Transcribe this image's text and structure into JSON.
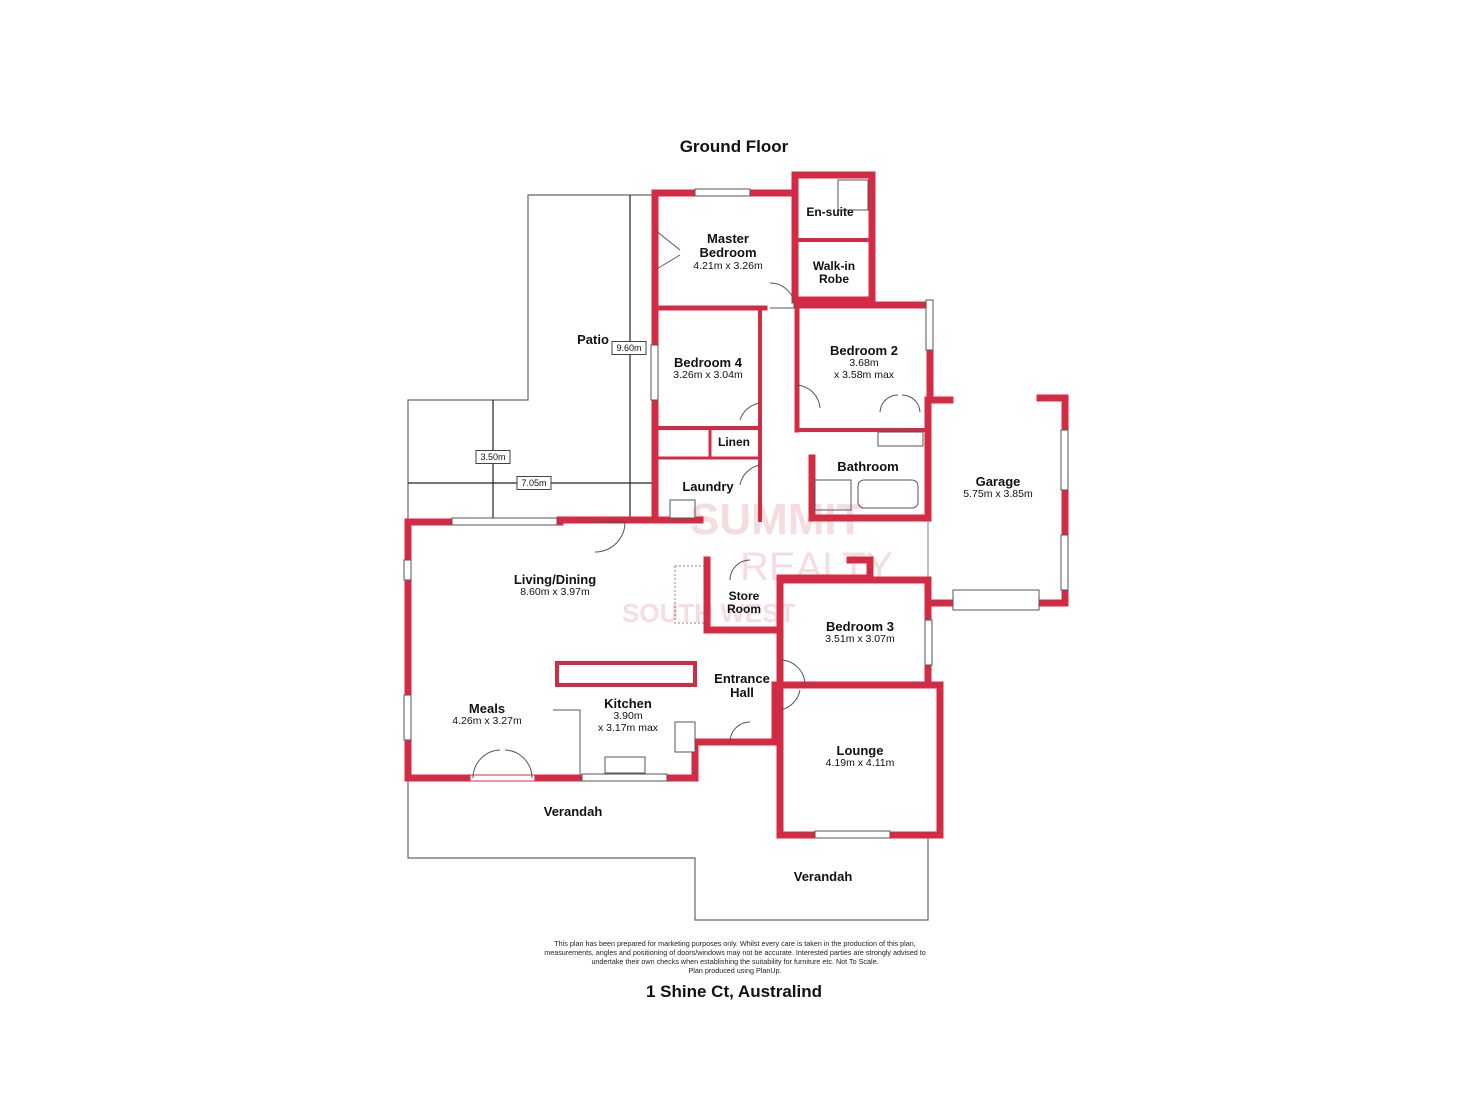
{
  "title": "Ground Floor",
  "address": "1 Shine Ct, Australind",
  "disclaimer": [
    "This plan has been prepared for marketing purposes only. Whilst every care is taken in the production of this plan,",
    "measurements, angles and positioning of doors/windows may not be accurate. Interested parties are strongly advised to",
    "undertake their own checks when establishing the suitability for furniture etc. Not To Scale.",
    "Plan produced using PlanUp."
  ],
  "watermark": {
    "line1": "SUMMIT",
    "line2": "REALTY",
    "line3": "SOUTH WEST"
  },
  "colors": {
    "wall": "#d42b44",
    "line": "#555555",
    "watermark": "#e8a7ae"
  },
  "rooms": {
    "master_bedroom": {
      "name": "Master Bedroom",
      "dims": "4.21m x 3.26m"
    },
    "ensuite": {
      "name": "En-suite"
    },
    "walk_in_robe": {
      "name": "Walk-in Robe"
    },
    "bedroom_4": {
      "name": "Bedroom 4",
      "dims": "3.26m x 3.04m"
    },
    "bedroom_2": {
      "name": "Bedroom 2",
      "dims": "3.68m",
      "dims2": "x 3.58m max"
    },
    "linen": {
      "name": "Linen"
    },
    "laundry": {
      "name": "Laundry"
    },
    "bathroom": {
      "name": "Bathroom"
    },
    "garage": {
      "name": "Garage",
      "dims": "5.75m x 3.85m"
    },
    "living_dining": {
      "name": "Living/Dining",
      "dims": "8.60m x 3.97m"
    },
    "store_room": {
      "name": "Store Room"
    },
    "bedroom_3": {
      "name": "Bedroom 3",
      "dims": "3.51m x 3.07m"
    },
    "entrance_hall": {
      "name": "Entrance Hall"
    },
    "kitchen": {
      "name": "Kitchen",
      "dims": "3.90m",
      "dims2": "x 3.17m max"
    },
    "meals": {
      "name": "Meals",
      "dims": "4.26m x 3.27m"
    },
    "lounge": {
      "name": "Lounge",
      "dims": "4.19m x 4.11m"
    },
    "patio": {
      "name": "Patio"
    },
    "verandah_left": {
      "name": "Verandah"
    },
    "verandah_right": {
      "name": "Verandah"
    }
  },
  "patio_dims": {
    "length": "9.60m",
    "depth": "3.50m",
    "width": "7.05m"
  }
}
